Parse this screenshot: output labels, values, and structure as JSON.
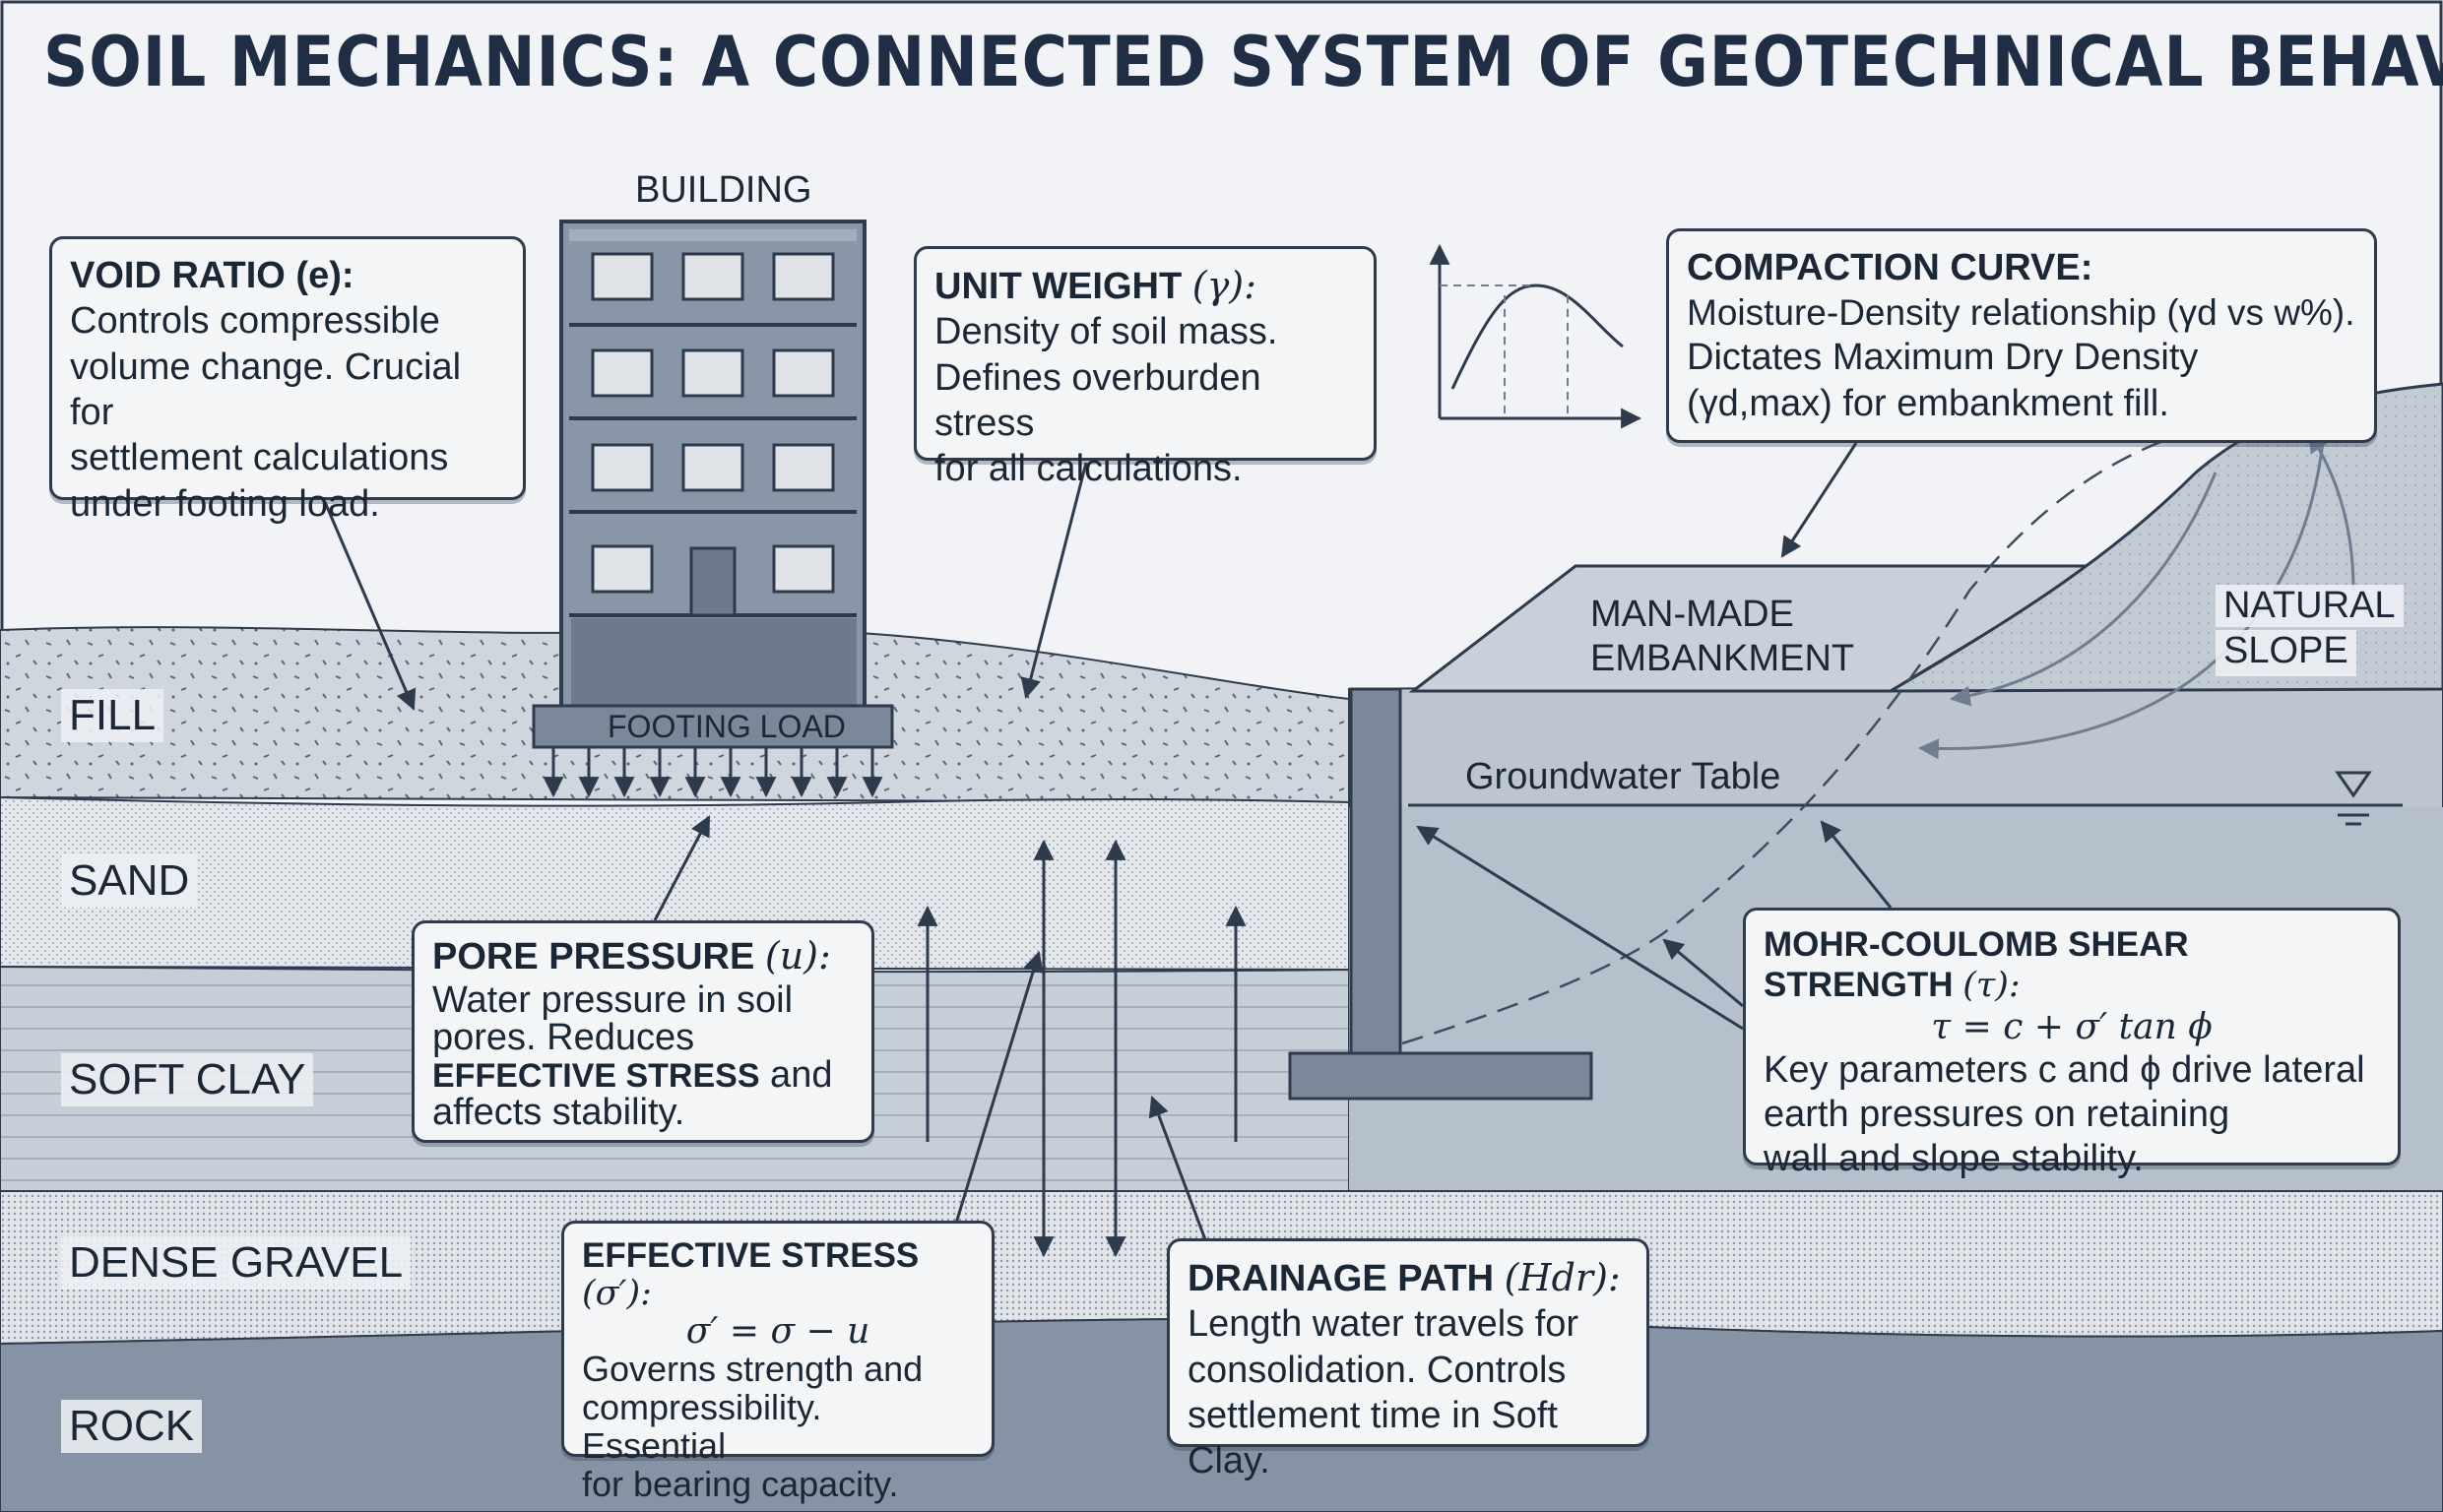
{
  "title": "SOIL MECHANICS: A CONNECTED SYSTEM OF GEOTECHNICAL BEHAVIORS.",
  "labels": {
    "building": "BUILDING",
    "footing_load": "FOOTING LOAD",
    "man_made_embankment_1": "MAN-MADE",
    "man_made_embankment_2": "EMBANKMENT",
    "natural_slope_1": "NATURAL",
    "natural_slope_2": "SLOPE",
    "groundwater_table": "Groundwater Table"
  },
  "layers": [
    "FILL",
    "SAND",
    "SOFT CLAY",
    "DENSE GRAVEL",
    "ROCK"
  ],
  "callouts": {
    "void_ratio": {
      "heading": "VOID RATIO (e):",
      "lines": [
        "Controls compressible",
        "volume change. Crucial for",
        "settlement calculations",
        "under footing load."
      ]
    },
    "unit_weight": {
      "heading": "UNIT WEIGHT",
      "symbol": "(γ):",
      "lines": [
        "Density of soil mass.",
        "Defines overburden stress",
        "for all calculations."
      ]
    },
    "compaction": {
      "heading": "COMPACTION CURVE:",
      "lines": [
        "Moisture-Density relationship (γd vs w%).",
        "Dictates Maximum Dry Density",
        "(γd,max) for embankment fill."
      ]
    },
    "pore_pressure": {
      "heading": "PORE PRESSURE",
      "symbol": "(u):",
      "line1": "Water pressure in soil",
      "line2": "pores. Reduces",
      "strong": "EFFECTIVE STRESS",
      "line3_rest": " and",
      "line4": "affects stability."
    },
    "effective_stress": {
      "heading": "EFFECTIVE STRESS",
      "symbol": "(σ′):",
      "equation": "σ′ = σ − u",
      "lines": [
        "Governs strength and",
        "compressibility. Essential",
        "for bearing capacity."
      ]
    },
    "drainage": {
      "heading": "DRAINAGE PATH",
      "symbol": "(Hdr):",
      "lines": [
        "Length water travels for",
        "consolidation. Controls",
        "settlement time in Soft Clay."
      ]
    },
    "mohr_coulomb": {
      "heading": "MOHR-COULOMB SHEAR STRENGTH",
      "symbol": "(τ):",
      "equation": "τ = c + σ′ tan ϕ",
      "lines": [
        "Key parameters c and ϕ drive lateral",
        "earth pressures on retaining",
        "wall and slope stability."
      ]
    }
  },
  "colors": {
    "fill": "#d0d6de",
    "sand": "#e4e7ec",
    "soft_clay": "#c6ced8",
    "dense_gravel": "#e1e4e9",
    "rock": "#8593a4",
    "right_ground": "#bcc5d0",
    "embankment": "#c9d0d9",
    "slope": "#c2cad4",
    "structure": "#7b8899",
    "stroke": "#2e3b4d"
  }
}
